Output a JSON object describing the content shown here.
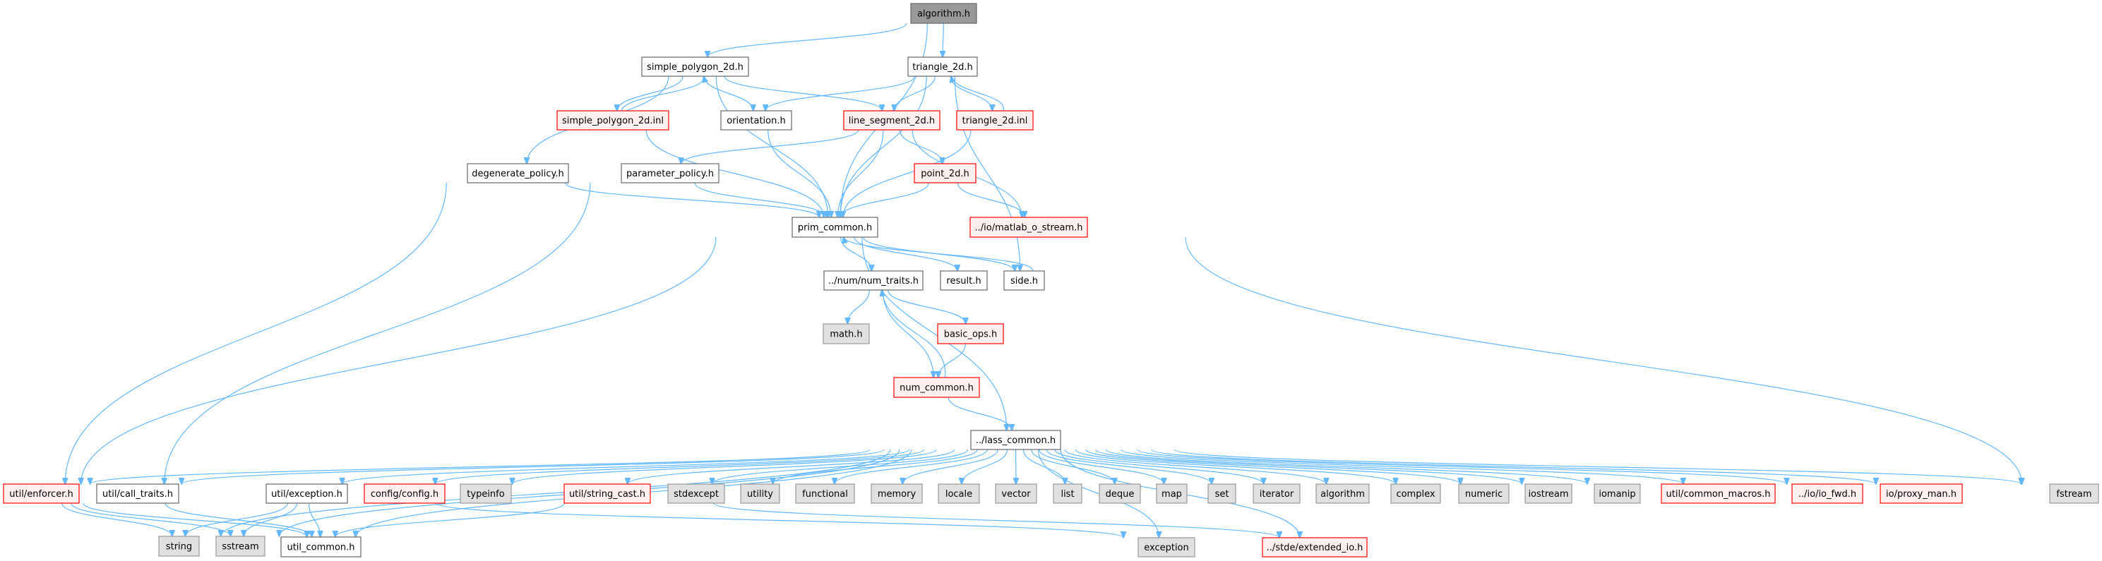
{
  "title": "algorithm.h include dependency graph",
  "colors": {
    "edge": "#63b8ff",
    "root_fill": "#999999",
    "root_stroke": "#666666",
    "normal_fill": "#ffffff",
    "normal_stroke": "#666666",
    "missing_fill": "#fff0f0",
    "missing_stroke": "#ff0000",
    "system_fill": "#e0e0e0",
    "system_stroke": "#999999"
  },
  "nodes": [
    {
      "id": "algorithm",
      "label": "algorithm.h",
      "kind": "root"
    },
    {
      "id": "simple_polygon_2d",
      "label": "simple_polygon_2d.h",
      "kind": "normal"
    },
    {
      "id": "triangle_2d",
      "label": "triangle_2d.h",
      "kind": "normal"
    },
    {
      "id": "simple_polygon_2d_inl",
      "label": "simple_polygon_2d.inl",
      "kind": "missing"
    },
    {
      "id": "orientation",
      "label": "orientation.h",
      "kind": "normal"
    },
    {
      "id": "line_segment_2d",
      "label": "line_segment_2d.h",
      "kind": "missing"
    },
    {
      "id": "triangle_2d_inl",
      "label": "triangle_2d.inl",
      "kind": "missing"
    },
    {
      "id": "degenerate_policy",
      "label": "degenerate_policy.h",
      "kind": "normal"
    },
    {
      "id": "parameter_policy",
      "label": "parameter_policy.h",
      "kind": "normal"
    },
    {
      "id": "point_2d",
      "label": "point_2d.h",
      "kind": "missing"
    },
    {
      "id": "prim_common",
      "label": "prim_common.h",
      "kind": "normal"
    },
    {
      "id": "matlab_o_stream",
      "label": "../io/matlab_o_stream.h",
      "kind": "missing"
    },
    {
      "id": "num_traits",
      "label": "../num/num_traits.h",
      "kind": "normal"
    },
    {
      "id": "result",
      "label": "result.h",
      "kind": "normal"
    },
    {
      "id": "side",
      "label": "side.h",
      "kind": "normal"
    },
    {
      "id": "math",
      "label": "math.h",
      "kind": "system"
    },
    {
      "id": "basic_ops",
      "label": "basic_ops.h",
      "kind": "missing"
    },
    {
      "id": "num_common",
      "label": "num_common.h",
      "kind": "missing"
    },
    {
      "id": "lass_common",
      "label": "../lass_common.h",
      "kind": "normal"
    },
    {
      "id": "enforcer",
      "label": "util/enforcer.h",
      "kind": "missing"
    },
    {
      "id": "call_traits",
      "label": "util/call_traits.h",
      "kind": "normal"
    },
    {
      "id": "exception_h",
      "label": "util/exception.h",
      "kind": "normal"
    },
    {
      "id": "config",
      "label": "config/config.h",
      "kind": "missing"
    },
    {
      "id": "typeinfo",
      "label": "typeinfo",
      "kind": "system"
    },
    {
      "id": "string_cast",
      "label": "util/string_cast.h",
      "kind": "missing"
    },
    {
      "id": "stdexcept",
      "label": "stdexcept",
      "kind": "system"
    },
    {
      "id": "utility",
      "label": "utility",
      "kind": "system"
    },
    {
      "id": "functional",
      "label": "functional",
      "kind": "system"
    },
    {
      "id": "memory",
      "label": "memory",
      "kind": "system"
    },
    {
      "id": "locale",
      "label": "locale",
      "kind": "system"
    },
    {
      "id": "vector",
      "label": "vector",
      "kind": "system"
    },
    {
      "id": "list",
      "label": "list",
      "kind": "system"
    },
    {
      "id": "deque",
      "label": "deque",
      "kind": "system"
    },
    {
      "id": "map",
      "label": "map",
      "kind": "system"
    },
    {
      "id": "set",
      "label": "set",
      "kind": "system"
    },
    {
      "id": "iterator",
      "label": "iterator",
      "kind": "system"
    },
    {
      "id": "algorithm_std",
      "label": "algorithm",
      "kind": "system"
    },
    {
      "id": "complex",
      "label": "complex",
      "kind": "system"
    },
    {
      "id": "numeric",
      "label": "numeric",
      "kind": "system"
    },
    {
      "id": "iostream",
      "label": "iostream",
      "kind": "system"
    },
    {
      "id": "iomanip",
      "label": "iomanip",
      "kind": "system"
    },
    {
      "id": "common_macros",
      "label": "util/common_macros.h",
      "kind": "missing"
    },
    {
      "id": "io_fwd",
      "label": "../io/io_fwd.h",
      "kind": "missing"
    },
    {
      "id": "proxy_man",
      "label": "io/proxy_man.h",
      "kind": "missing"
    },
    {
      "id": "fstream",
      "label": "fstream",
      "kind": "system"
    },
    {
      "id": "string",
      "label": "string",
      "kind": "system"
    },
    {
      "id": "sstream",
      "label": "sstream",
      "kind": "system"
    },
    {
      "id": "util_common",
      "label": "util_common.h",
      "kind": "normal"
    },
    {
      "id": "exception",
      "label": "exception",
      "kind": "system"
    },
    {
      "id": "extended_io",
      "label": "../stde/extended_io.h",
      "kind": "missing"
    }
  ],
  "edges": [
    [
      "algorithm",
      "simple_polygon_2d"
    ],
    [
      "algorithm",
      "triangle_2d"
    ],
    [
      "algorithm",
      "prim_common"
    ],
    [
      "simple_polygon_2d",
      "simple_polygon_2d_inl"
    ],
    [
      "simple_polygon_2d_inl",
      "simple_polygon_2d"
    ],
    [
      "simple_polygon_2d",
      "orientation"
    ],
    [
      "simple_polygon_2d",
      "line_segment_2d"
    ],
    [
      "simple_polygon_2d",
      "degenerate_policy"
    ],
    [
      "simple_polygon_2d",
      "prim_common"
    ],
    [
      "simple_polygon_2d_inl",
      "prim_common"
    ],
    [
      "triangle_2d",
      "orientation"
    ],
    [
      "triangle_2d",
      "line_segment_2d"
    ],
    [
      "triangle_2d",
      "triangle_2d_inl"
    ],
    [
      "triangle_2d_inl",
      "triangle_2d"
    ],
    [
      "triangle_2d",
      "prim_common"
    ],
    [
      "triangle_2d",
      "side"
    ],
    [
      "triangle_2d_inl",
      "prim_common"
    ],
    [
      "orientation",
      "prim_common"
    ],
    [
      "line_segment_2d",
      "parameter_policy"
    ],
    [
      "line_segment_2d",
      "point_2d"
    ],
    [
      "line_segment_2d",
      "prim_common"
    ],
    [
      "line_segment_2d",
      "matlab_o_stream"
    ],
    [
      "point_2d",
      "prim_common"
    ],
    [
      "point_2d",
      "matlab_o_stream"
    ],
    [
      "degenerate_policy",
      "prim_common"
    ],
    [
      "degenerate_policy",
      "enforcer"
    ],
    [
      "parameter_policy",
      "prim_common"
    ],
    [
      "parameter_policy",
      "call_traits"
    ],
    [
      "matlab_o_stream",
      "fstream"
    ],
    [
      "prim_common",
      "num_traits"
    ],
    [
      "prim_common",
      "result"
    ],
    [
      "prim_common",
      "side"
    ],
    [
      "side",
      "prim_common"
    ],
    [
      "prim_common",
      "lass_common"
    ],
    [
      "prim_common",
      "enforcer"
    ],
    [
      "num_traits",
      "math"
    ],
    [
      "num_traits",
      "basic_ops"
    ],
    [
      "num_traits",
      "num_common"
    ],
    [
      "num_common",
      "num_traits"
    ],
    [
      "basic_ops",
      "num_common"
    ],
    [
      "num_common",
      "lass_common"
    ],
    [
      "lass_common",
      "enforcer"
    ],
    [
      "lass_common",
      "call_traits"
    ],
    [
      "lass_common",
      "exception_h"
    ],
    [
      "lass_common",
      "config"
    ],
    [
      "lass_common",
      "typeinfo"
    ],
    [
      "lass_common",
      "string_cast"
    ],
    [
      "lass_common",
      "stdexcept"
    ],
    [
      "lass_common",
      "utility"
    ],
    [
      "lass_common",
      "functional"
    ],
    [
      "lass_common",
      "memory"
    ],
    [
      "lass_common",
      "locale"
    ],
    [
      "lass_common",
      "vector"
    ],
    [
      "lass_common",
      "list"
    ],
    [
      "lass_common",
      "deque"
    ],
    [
      "lass_common",
      "map"
    ],
    [
      "lass_common",
      "set"
    ],
    [
      "lass_common",
      "iterator"
    ],
    [
      "lass_common",
      "algorithm_std"
    ],
    [
      "lass_common",
      "complex"
    ],
    [
      "lass_common",
      "numeric"
    ],
    [
      "lass_common",
      "iostream"
    ],
    [
      "lass_common",
      "iomanip"
    ],
    [
      "lass_common",
      "common_macros"
    ],
    [
      "lass_common",
      "io_fwd"
    ],
    [
      "lass_common",
      "proxy_man"
    ],
    [
      "lass_common",
      "fstream"
    ],
    [
      "lass_common",
      "string"
    ],
    [
      "lass_common",
      "sstream"
    ],
    [
      "lass_common",
      "util_common"
    ],
    [
      "lass_common",
      "exception"
    ],
    [
      "lass_common",
      "extended_io"
    ],
    [
      "enforcer",
      "string"
    ],
    [
      "enforcer",
      "sstream"
    ],
    [
      "enforcer",
      "util_common"
    ],
    [
      "call_traits",
      "util_common"
    ],
    [
      "exception_h",
      "string"
    ],
    [
      "exception_h",
      "sstream"
    ],
    [
      "exception_h",
      "util_common"
    ],
    [
      "exception_h",
      "exception"
    ],
    [
      "string_cast",
      "util_common"
    ],
    [
      "string_cast",
      "extended_io"
    ]
  ]
}
